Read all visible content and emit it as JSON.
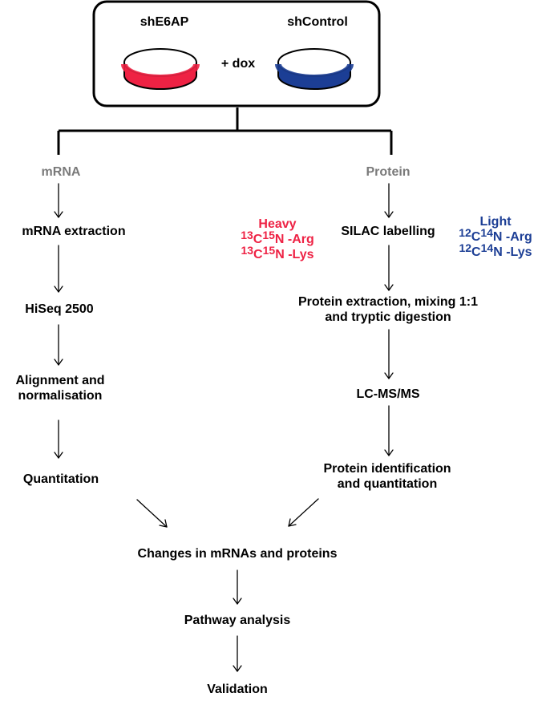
{
  "colors": {
    "heavy": "#ee2244",
    "light": "#1c3e95",
    "branch_label": "#7a7a7a",
    "dish_red": "#ee2244",
    "dish_blue": "#1c3e95"
  },
  "top_box": {
    "left_condition": "shE6AP",
    "right_condition": "shControl",
    "treatment": "+ dox"
  },
  "mrna_branch": {
    "header": "mRNA",
    "steps": [
      {
        "label": "mRNA extraction"
      },
      {
        "label": "HiSeq 2500"
      },
      {
        "label": "Alignment and",
        "label2": "normalisation"
      },
      {
        "label": "Quantitation"
      }
    ]
  },
  "protein_branch": {
    "header": "Protein",
    "steps": [
      {
        "label": "SILAC labelling"
      },
      {
        "label": "Protein extraction, mixing 1:1",
        "label2": "and tryptic digestion"
      },
      {
        "label": "LC-MS/MS"
      },
      {
        "label": "Protein identification",
        "label2": "and quantitation"
      }
    ]
  },
  "heavy_label": {
    "title": "Heavy",
    "arg": {
      "m1": "13",
      "e1": "C",
      "m2": "15",
      "e2": "N",
      "aa": " -Arg"
    },
    "lys": {
      "m1": "13",
      "e1": "C",
      "m2": "15",
      "e2": "N",
      "aa": " -Lys"
    }
  },
  "light_label": {
    "title": "Light",
    "arg": {
      "m1": "12",
      "e1": "C",
      "m2": "14",
      "e2": "N",
      "aa": " -Arg"
    },
    "lys": {
      "m1": "12",
      "e1": "C",
      "m2": "14",
      "e2": "N",
      "aa": " -Lys"
    }
  },
  "merged_steps": [
    {
      "label": "Changes in mRNAs and proteins"
    },
    {
      "label": "Pathway analysis"
    },
    {
      "label": "Validation"
    }
  ]
}
